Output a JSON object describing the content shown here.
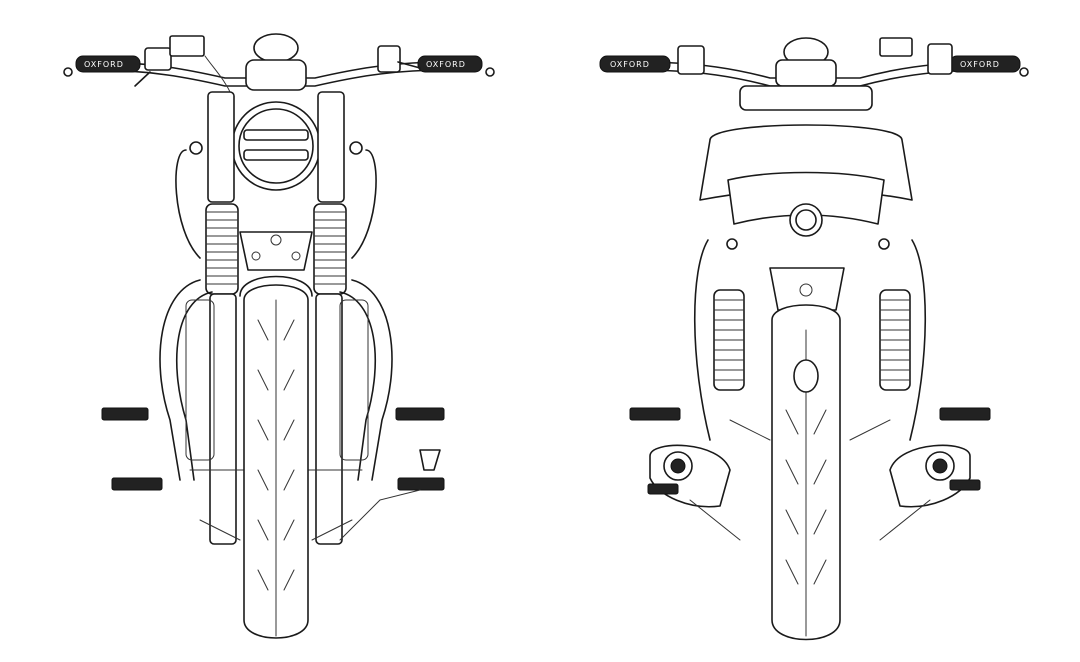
{
  "figure": {
    "views": [
      {
        "id": "front",
        "grip_lettering": "OXFORD"
      },
      {
        "id": "rear",
        "grip_lettering": "OXFORD"
      }
    ],
    "colors": {
      "line": "#1a1a1a",
      "background": "#ffffff"
    }
  }
}
